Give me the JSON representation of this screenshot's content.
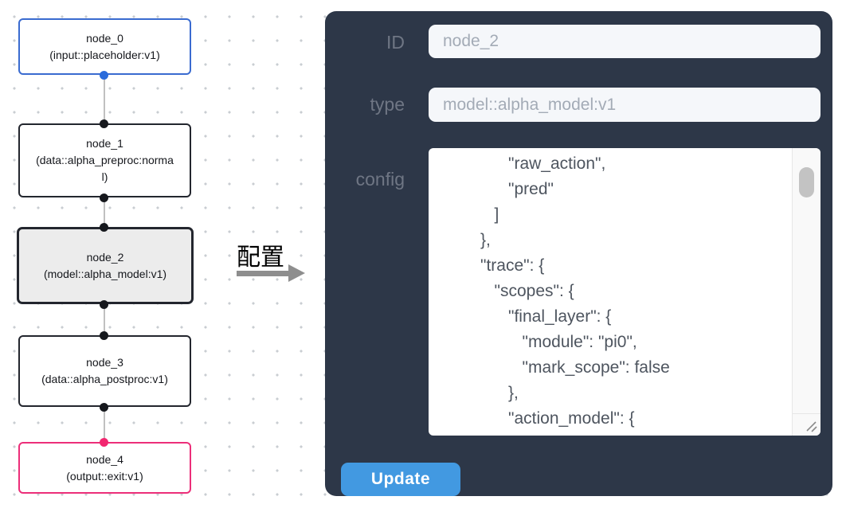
{
  "flowchart": {
    "nodes": [
      {
        "id": "node_0",
        "type_label": "(input::placeholder:v1)",
        "border_color": "#3a6bd0",
        "handle_color": "#2a6bdb",
        "selected": false
      },
      {
        "id": "node_1",
        "type_label": "(data::alpha_preproc:normal)",
        "border_color": "#23262e",
        "handle_color": "#16181d",
        "selected": false
      },
      {
        "id": "node_2",
        "type_label": "(model::alpha_model:v1)",
        "border_color": "#23262e",
        "handle_color": "#16181d",
        "selected": true,
        "selected_background": "#ececec"
      },
      {
        "id": "node_3",
        "type_label": "(data::alpha_postproc:v1)",
        "border_color": "#23262e",
        "handle_color": "#16181d",
        "selected": false
      },
      {
        "id": "node_4",
        "type_label": "(output::exit:v1)",
        "border_color": "#ec2e79",
        "handle_color": "#f2266f",
        "selected": false
      }
    ],
    "edge_color": "#c0c0c0"
  },
  "transition": {
    "label": "配置",
    "arrow_color": "#8e8e8e"
  },
  "config_panel": {
    "background": "#2d3748",
    "fields": {
      "id": {
        "label": "ID",
        "value": "node_2"
      },
      "type": {
        "label": "type",
        "value": "model::alpha_model:v1"
      },
      "config": {
        "label": "config",
        "value": "            \"raw_action\",\n            \"pred\"\n         ]\n      },\n      \"trace\": {\n         \"scopes\": {\n            \"final_layer\": {\n               \"module\": \"pi0\",\n               \"mark_scope\": false\n            },\n            \"action_model\": {"
      }
    },
    "update_button": {
      "label": "Update",
      "color": "#4299e1"
    }
  }
}
